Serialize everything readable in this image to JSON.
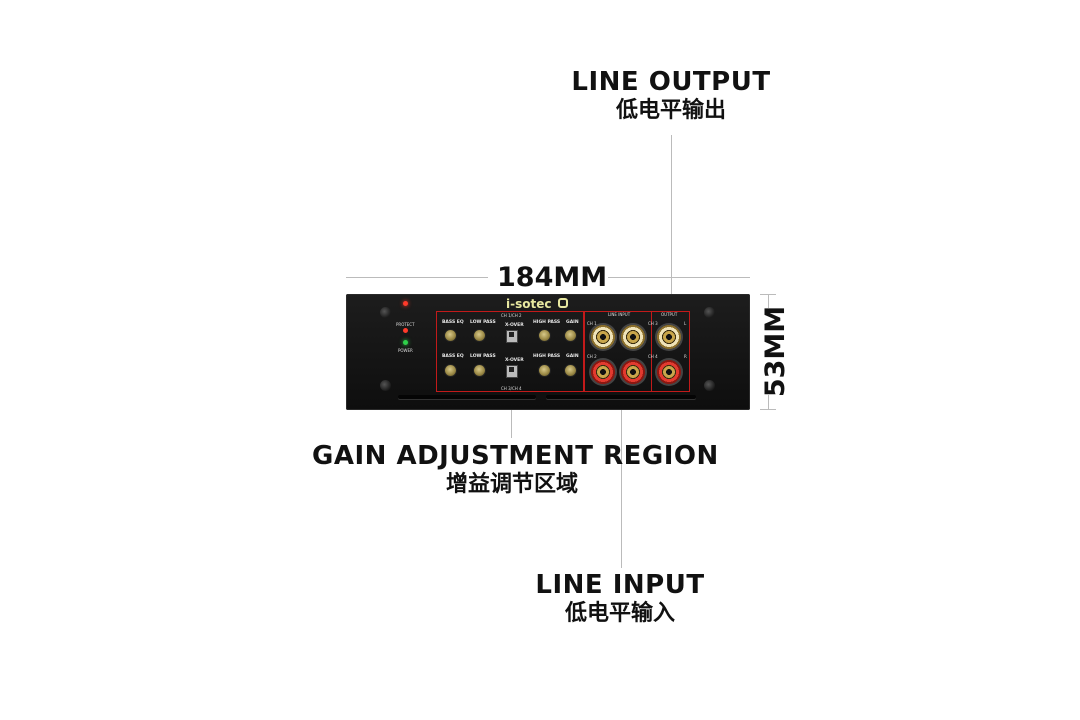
{
  "dimensions": {
    "width_label": "184MM",
    "height_label": "53MM"
  },
  "callouts": {
    "line_output": {
      "en": "LINE OUTPUT",
      "zh": "低电平输出"
    },
    "gain_region": {
      "en": "GAIN ADJUSTMENT REGION",
      "zh": "增益调节区域"
    },
    "line_input": {
      "en": "LINE INPUT",
      "zh": "低电平输入"
    }
  },
  "panel": {
    "logo": "i-sotec",
    "indicators": {
      "protect": "PROTECT",
      "power": "POWER"
    },
    "channel_groups": {
      "top": "CH 1/CH 2",
      "bottom": "CH 3/CH 4"
    },
    "control_labels": {
      "bass_eq": "BASS EQ",
      "low_pass": "LOW PASS",
      "x_over": "X-OVER",
      "high_pass": "HIGH PASS",
      "gain": "GAIN"
    },
    "section_labels": {
      "line_input": "LINE INPUT",
      "output": "OUTPUT"
    },
    "jack_labels": {
      "ch1": "CH 1",
      "ch2": "CH 2",
      "ch3": "CH 3",
      "ch4": "CH 4",
      "l": "L",
      "r": "R"
    }
  }
}
